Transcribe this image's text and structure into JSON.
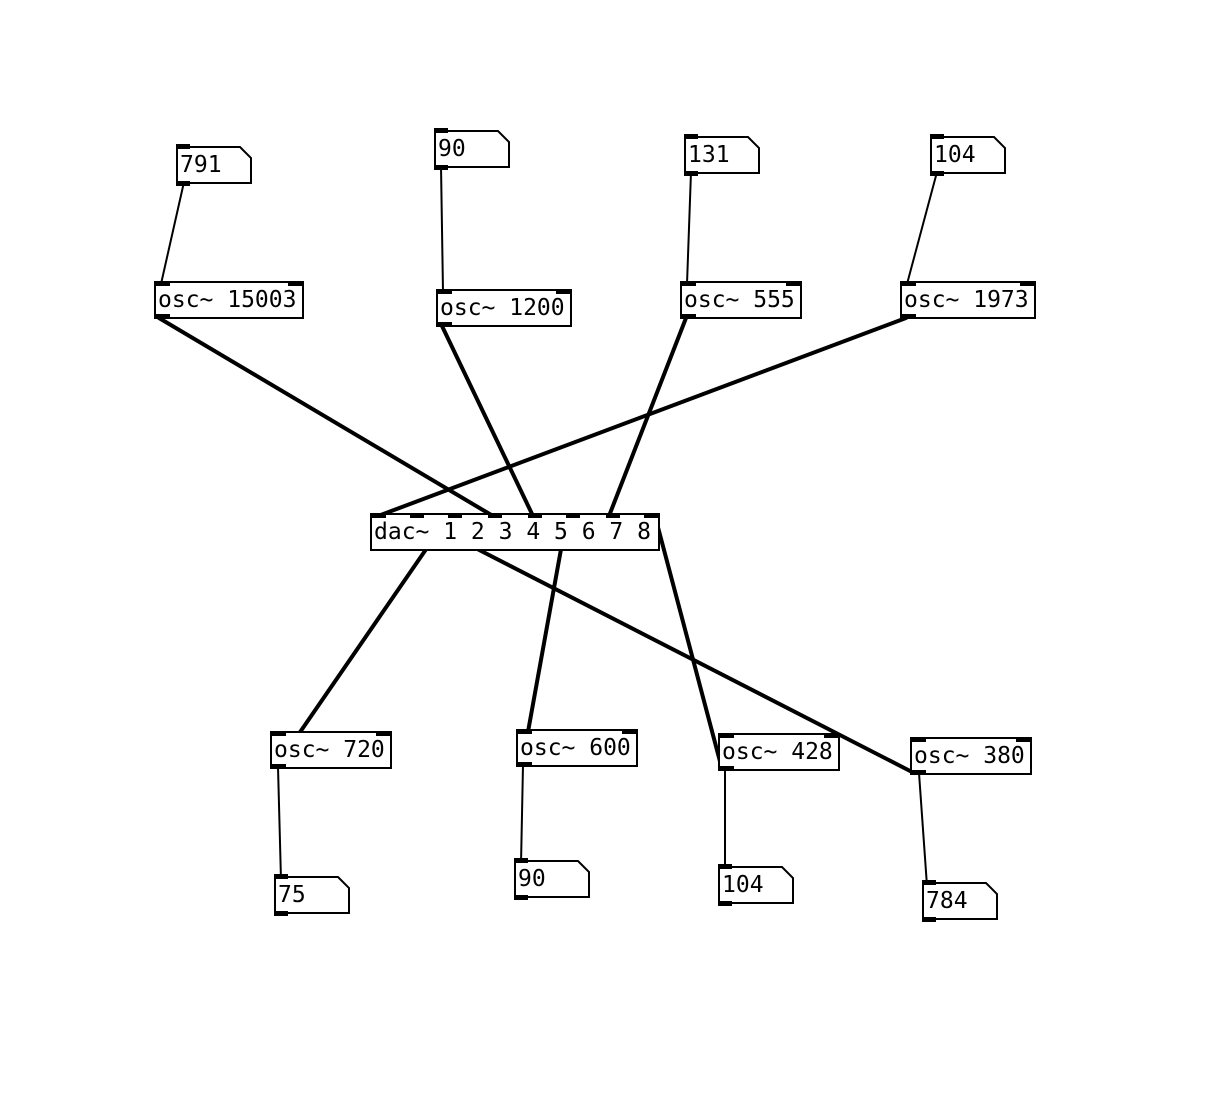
{
  "objects": {
    "osc_15003": "osc~ 15003",
    "osc_1200": "osc~ 1200",
    "osc_555": "osc~ 555",
    "osc_1973": "osc~ 1973",
    "dac": "dac~ 1 2 3 4 5 6 7 8",
    "osc_720": "osc~ 720",
    "osc_600": "osc~ 600",
    "osc_428": "osc~ 428",
    "osc_380": "osc~ 380"
  },
  "numbers": {
    "n_791": "791",
    "n_90_top": "90",
    "n_131": "131",
    "n_104_top": "104",
    "n_75": "75",
    "n_90_bottom": "90",
    "n_104_bottom": "104",
    "n_784": "784"
  },
  "colors": {
    "line": "#000000",
    "background": "#ffffff"
  }
}
